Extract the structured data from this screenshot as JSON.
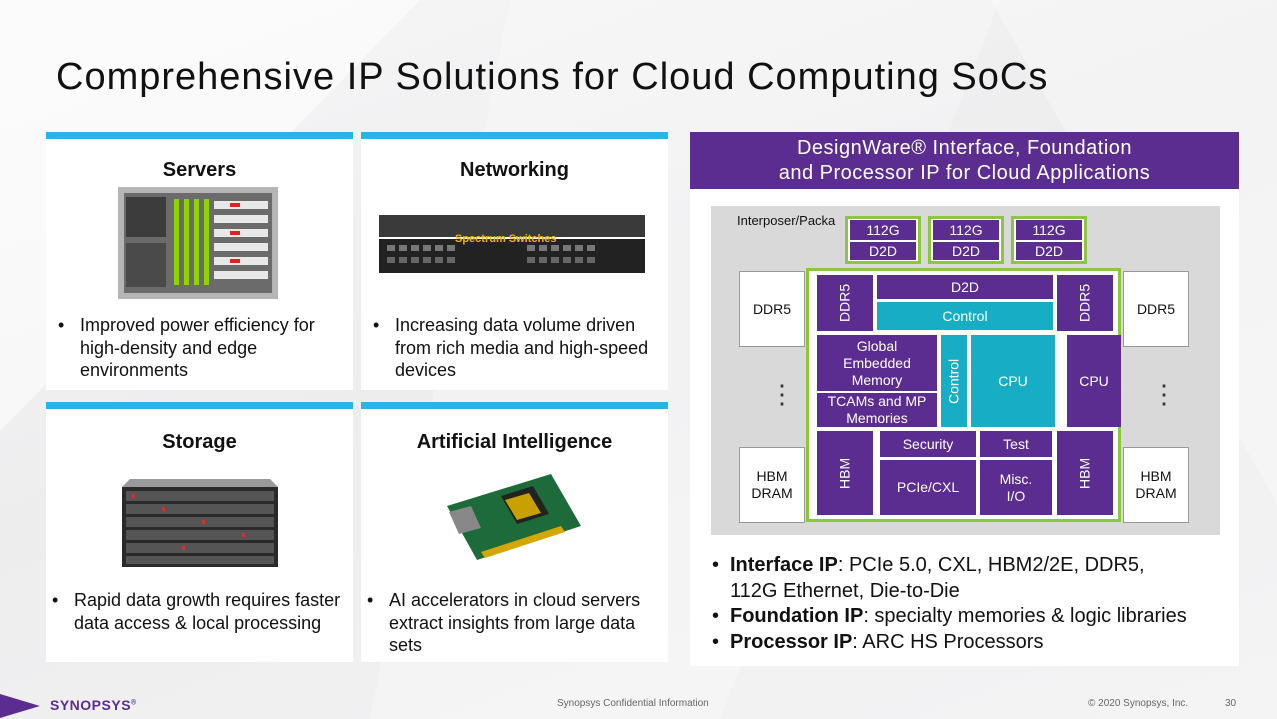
{
  "title": "Comprehensive IP Solutions for Cloud Computing SoCs",
  "cards": {
    "servers": {
      "title": "Servers",
      "bullet": "Improved power efficiency for high-density and edge environments"
    },
    "networking": {
      "title": "Networking",
      "image_text": "Spectrum Switches",
      "bullet": "Increasing data volume driven from rich media and high-speed devices"
    },
    "storage": {
      "title": "Storage",
      "bullet": "Rapid data growth requires faster data access & local processing"
    },
    "ai": {
      "title": "Artificial Intelligence",
      "bullet": "AI accelerators in cloud servers extract insights from large data sets"
    }
  },
  "panel": {
    "header_line1": "DesignWare® Interface, Foundation",
    "header_line2": "and Processor IP for Cloud Applications",
    "diagram": {
      "interposer": "Interposer/Packa",
      "eth_top": "112G",
      "eth_bottom": "D2D",
      "ddr5": "DDR5",
      "d2d": "D2D",
      "control": "Control",
      "global_mem": "Global Embedded Memory",
      "tcam": "TCAMs and MP Memories",
      "cpu": "CPU",
      "security": "Security",
      "test": "Test",
      "hbm": "HBM",
      "pcie": "PCIe/CXL",
      "misc": "Misc. I/O",
      "hbm_dram": "HBM DRAM",
      "dots": "⋮"
    },
    "bullets": [
      {
        "bold": "Interface IP",
        "rest": ": PCIe 5.0, CXL, HBM2/2E, DDR5,",
        "cont": "112G Ethernet, Die-to-Die"
      },
      {
        "bold": "Foundation IP",
        "rest": ": specialty memories & logic libraries"
      },
      {
        "bold": "Processor IP",
        "rest": ": ARC HS Processors"
      }
    ]
  },
  "footer": {
    "logo": "SYNOPSYS",
    "logo_mark": "®",
    "confidential": "Synopsys Confidential Information",
    "copyright": "© 2020 Synopsys, Inc.",
    "page": "30"
  },
  "colors": {
    "purple": "#5c2d91",
    "teal": "#17aec5",
    "blue_bar": "#28b4e6",
    "green": "#8cc63f"
  }
}
